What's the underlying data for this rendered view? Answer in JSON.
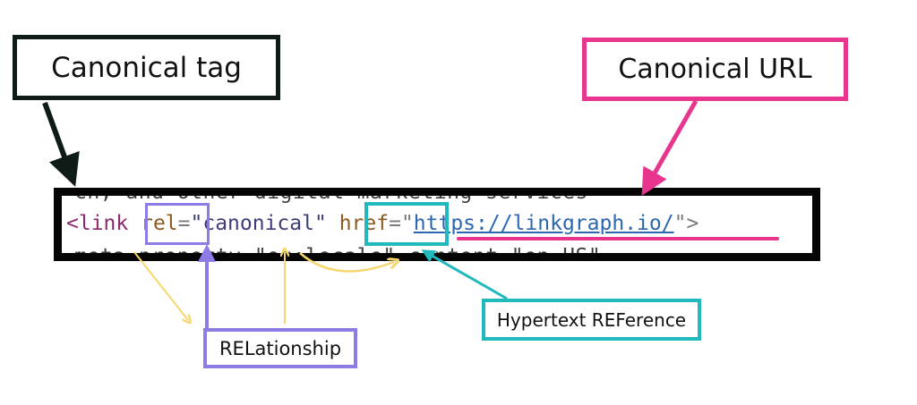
{
  "labels": {
    "canonical_tag": "Canonical tag",
    "canonical_url": "Canonical URL",
    "href_explanation": "Hypertext REFerence",
    "rel_explanation": "RELationship"
  },
  "code": {
    "above_fragment": "ch, and other digital marketing services",
    "open": "<link ",
    "rel_attr": "rel",
    "eq1": "=",
    "rel_value": "\"canonical\"",
    "space": " ",
    "href_attr": "href",
    "eq2": "=",
    "quote_open": "\"",
    "url": "https://linkgraph.io/",
    "quote_close_end": "\">",
    "below_fragment": "meta property=\"og:locale\" content=\"en_US\""
  },
  "colors": {
    "tag_border": "#0e1b16",
    "url_border": "#e8358e",
    "href_border": "#1fb9be",
    "rel_border": "#8f7be6",
    "arrow_yellow": "#f5d76e"
  }
}
